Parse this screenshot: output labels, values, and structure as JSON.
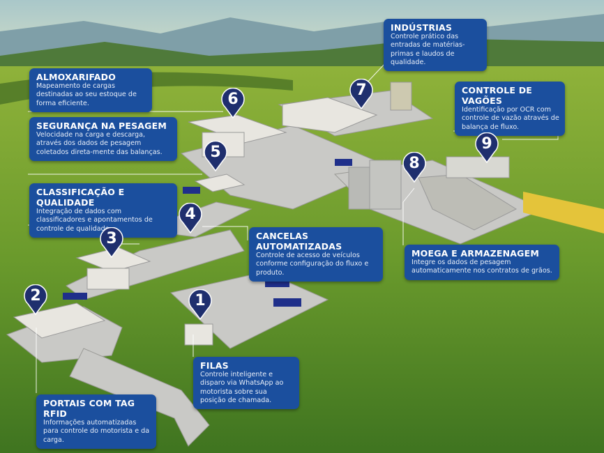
{
  "colors": {
    "box": "#1b4f9e",
    "pin": "#1f2f6e",
    "grass": "#6a9a2c",
    "road": "#c9c9c6"
  },
  "boxes": [
    {
      "id": "almoxarifado",
      "title": "ALMOXARIFADO",
      "text": "Mapeamento de cargas destinadas ao seu estoque de forma eficiente."
    },
    {
      "id": "seguranca",
      "title": "SEGURANÇA NA PESAGEM",
      "text": "Velocidade na carga e descarga, através dos dados de pesagem coletados direta-mente das balanças."
    },
    {
      "id": "classificacao",
      "title": "CLASSIFICAÇÃO E QUALIDADE",
      "text": "Integração de dados com classificadores e apontamentos de controle de qualidade."
    },
    {
      "id": "industrias",
      "title": "INDÚSTRIAS",
      "text": "Controle prático das entradas de matérias-primas e laudos de qualidade."
    },
    {
      "id": "vagoes",
      "title": "CONTROLE DE VAGÕES",
      "text": "Identificação por OCR com controle de vazão através de balança de fluxo."
    },
    {
      "id": "cancelas",
      "title": "CANCELAS AUTOMATIZADAS",
      "text": "Controle de acesso de veículos conforme configuração do fluxo e produto."
    },
    {
      "id": "moega",
      "title": "MOEGA E ARMAZENAGEM",
      "text": "Integre os dados de pesagem automaticamente nos contratos de grãos."
    },
    {
      "id": "filas",
      "title": "FILAS",
      "text": "Controle inteligente e disparo via WhatsApp ao motorista sobre sua posição de chamada."
    },
    {
      "id": "portais",
      "title": "PORTAIS COM TAG RFID",
      "text": "Informações automatizadas para controle do motorista e da carga."
    }
  ],
  "pins": [
    "1",
    "2",
    "3",
    "4",
    "5",
    "6",
    "7",
    "8",
    "9"
  ]
}
